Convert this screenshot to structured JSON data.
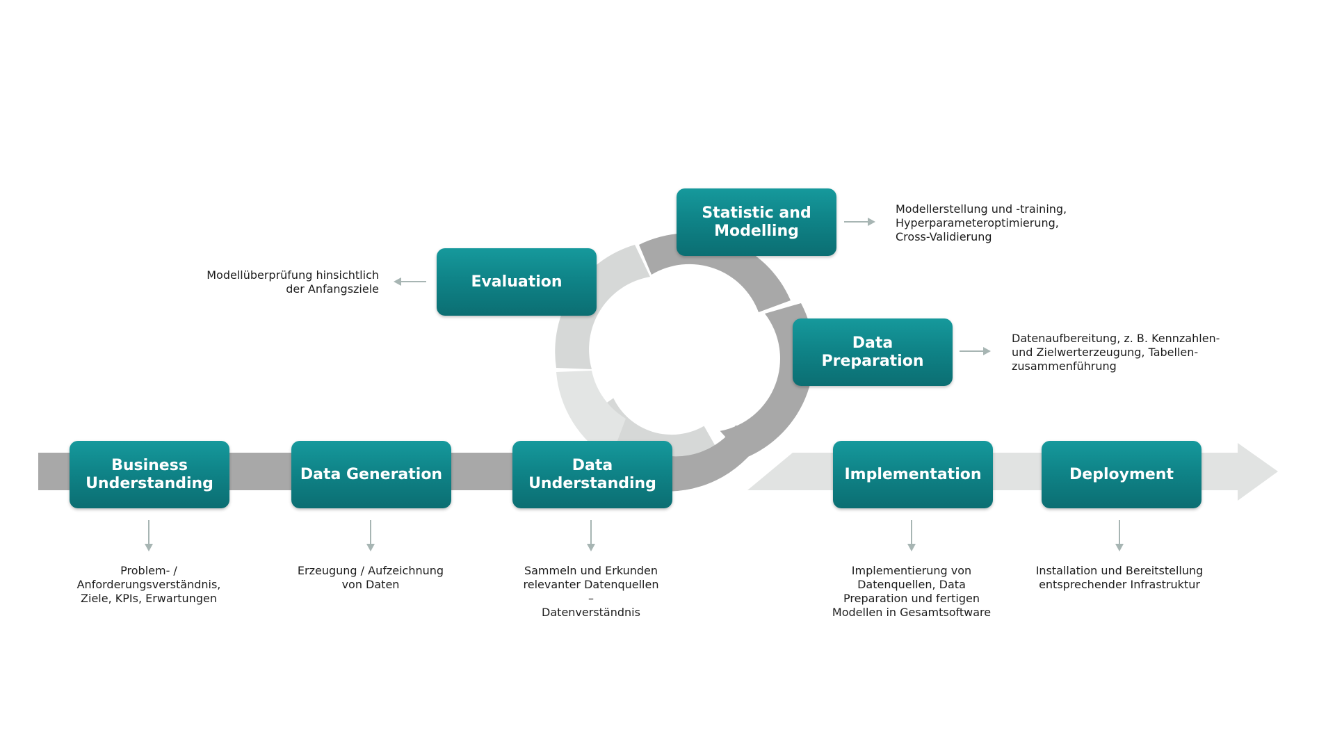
{
  "colors": {
    "box_top": "#16999c",
    "box_bottom": "#0b6e72",
    "arrow_dark": "#a8a8a8",
    "arrow_light": "#e1e3e2",
    "small_arrow": "#a7b5b3",
    "text": "#1c1c1c"
  },
  "steps": {
    "business": {
      "label": "Business\nUnderstanding",
      "desc": "Problem- /\nAnforderungsverständnis,\nZiele, KPIs, Erwartungen"
    },
    "generation": {
      "label": "Data Generation",
      "desc": "Erzeugung / Aufzeichnung\nvon Daten"
    },
    "understanding": {
      "label": "Data\nUnderstanding",
      "desc": "Sammeln und Erkunden\nrelevanter Datenquellen\n–\nDatenverständnis"
    },
    "preparation": {
      "label": "Data\nPreparation",
      "desc": "Datenaufbereitung, z. B. Kennzahlen-\nund Zielwerterzeugung, Tabellen-\nzusammenführung"
    },
    "modelling": {
      "label": "Statistic and\nModelling",
      "desc": "Modellerstellung und -training,\nHyperparameteroptimierung,\nCross-Validierung"
    },
    "evaluation": {
      "label": "Evaluation",
      "desc": "Modellüberprüfung hinsichtlich\nder Anfangsziele"
    },
    "implementation": {
      "label": "Implementation",
      "desc": "Implementierung von\nDatenquellen, Data\nPreparation und fertigen\nModellen in Gesamtsoftware"
    },
    "deployment": {
      "label": "Deployment",
      "desc": "Installation und Bereitstellung\nentsprechender Infrastruktur"
    }
  }
}
